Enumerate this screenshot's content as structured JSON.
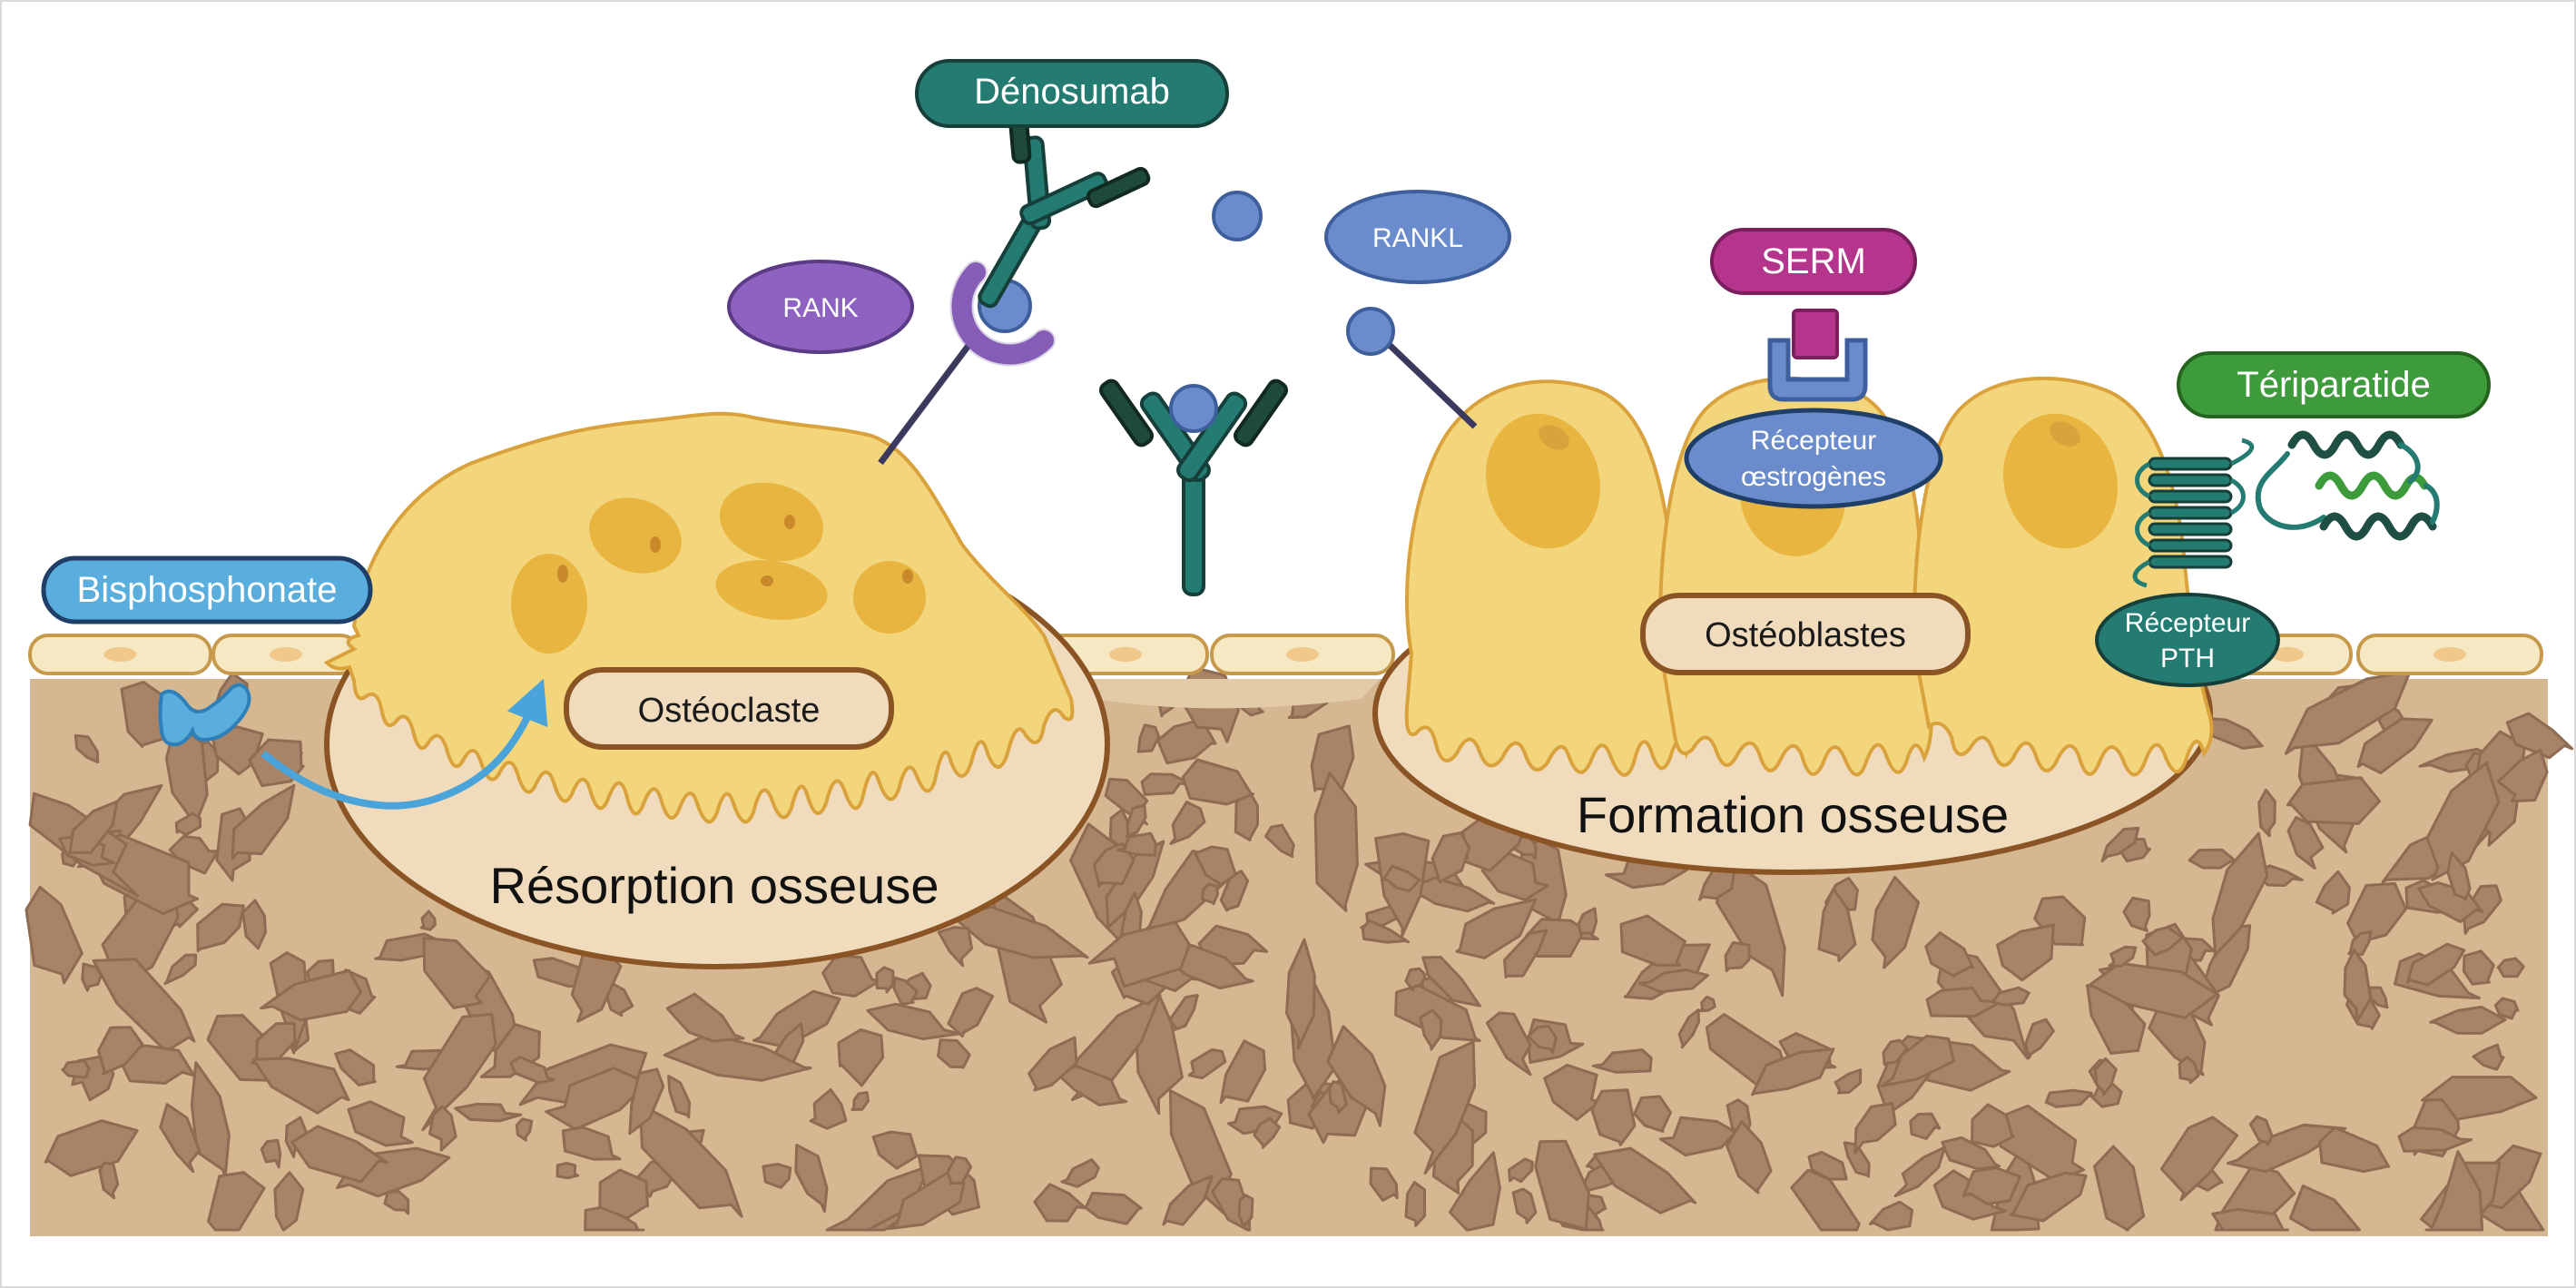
{
  "labels": {
    "denosumab": "Dénosumab",
    "rank": "RANK",
    "rankl": "RANKL",
    "serm": "SERM",
    "teriparatide": "Tériparatide",
    "bisphosphonate": "Bisphosphonate",
    "osteoclast": "Ostéoclaste",
    "osteoblasts": "Ostéoblastes",
    "estrogen_receptor_line1": "Récepteur",
    "estrogen_receptor_line2": "œstrogènes",
    "pth_receptor_line1": "Récepteur",
    "pth_receptor_line2": "PTH",
    "resorption": "Résorption osseuse",
    "formation": "Formation osseuse"
  },
  "colors": {
    "denosumab": "#237b71",
    "rank": "#8e62c0",
    "rankl": "#6a8ccc",
    "serm": "#b5358d",
    "teriparatide": "#3e9b3b",
    "bisphosphonate": "#5aaede",
    "bone": "#d5b892",
    "bone_pore": "#a88366",
    "cell": "#f3d57c",
    "nucleus": "#e8b541",
    "ellipse": "#f0dcbc",
    "outline": "#8a5424"
  },
  "icons": {
    "antibody": "antibody-icon",
    "pth_receptor": "seven-transmembrane-receptor-icon",
    "teriparatide": "peptide-helix-icon",
    "bisphosphonate": "bisphosphonate-molecule-icon"
  }
}
